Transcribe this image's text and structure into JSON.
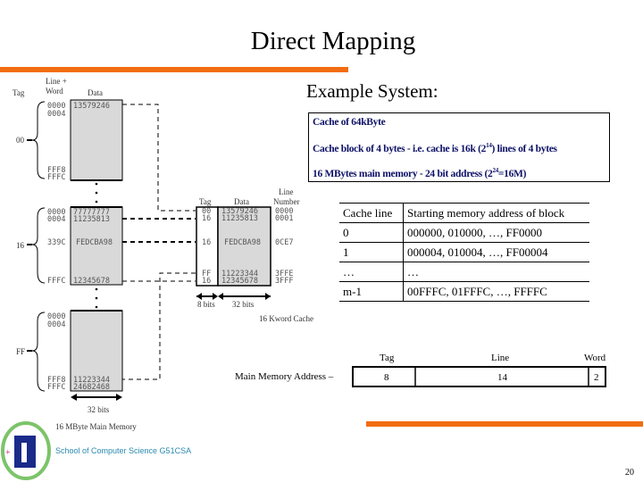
{
  "title": "Direct Mapping",
  "example_heading": "Example System:",
  "info": [
    "Cache of 64kByte",
    "Cache block of 4 bytes - i.e. cache is 16k (2^14) lines of 4 bytes",
    "16 MBytes main memory - 24 bit address (2^24=16M)"
  ],
  "info_parts": {
    "line2_pre": "Cache block of 4 bytes - i.e. cache is 16k (2",
    "line2_sup": "14",
    "line2_post": ") lines of 4 bytes",
    "line3_pre": "16 MBytes main memory - 24 bit address (2",
    "line3_sup": "24",
    "line3_post": "=16M)"
  },
  "table": {
    "headers": [
      "Cache line",
      "Starting memory address of block"
    ],
    "rows": [
      [
        "0",
        "000000, 010000, …, FF0000"
      ],
      [
        "1",
        "000004, 010004, …, FF00004"
      ],
      [
        "…",
        "…"
      ],
      [
        "m-1",
        "00FFFC, 01FFFC, …, FFFFC"
      ]
    ]
  },
  "memory": {
    "col_tag": "Tag",
    "col_lineword": "Line +",
    "col_lineword2": "Word",
    "col_data": "Data",
    "groups": [
      {
        "tag": "00",
        "addrs_top": [
          "0000",
          "0004"
        ],
        "addrs_bottom": [
          "FFF8",
          "FFFC"
        ],
        "data_top": "13579246"
      },
      {
        "tag": "16",
        "addrs_top": [
          "0000",
          "0004"
        ],
        "mid_addr": "339C",
        "mid_data": "FEDCBA98",
        "addrs_bottom": [
          "FFFC"
        ],
        "data_top": [
          "77777777",
          "11235813"
        ],
        "data_bottom": "12345678"
      },
      {
        "tag": "FF",
        "addrs_top": [
          "0000",
          "0004"
        ],
        "addrs_bottom": [
          "FFF8",
          "FFFC"
        ],
        "data_bottom": [
          "11223344",
          "24682468"
        ]
      }
    ],
    "width_label": "32 bits",
    "caption": "16 MByte Main Memory"
  },
  "cache": {
    "col_tag": "Tag",
    "col_data": "Data",
    "col_line": "Line",
    "col_line2": "Number",
    "rows_top": [
      [
        "00",
        "13579246",
        "0000"
      ],
      [
        "16",
        "11235813",
        "0001"
      ]
    ],
    "row_mid": [
      "16",
      "FEDCBA98",
      "0CE7"
    ],
    "rows_bottom": [
      [
        "FF",
        "11223344",
        "3FFE"
      ],
      [
        "16",
        "12345678",
        "3FFF"
      ]
    ],
    "tag_bits": "8 bits",
    "data_bits": "32 bits",
    "caption": "16 Kword Cache"
  },
  "address": {
    "label": "Main Memory Address –",
    "fields": [
      {
        "name": "Tag",
        "bits": "8"
      },
      {
        "name": "Line",
        "bits": "14"
      },
      {
        "name": "Word",
        "bits": "2"
      }
    ]
  },
  "footer": "School of Computer Science G51CSA",
  "page_number": "20",
  "colors": {
    "accent": "#f26d11",
    "info_text": "#0d1166",
    "footer_text": "#2a8ab0",
    "block_fill": "#d9d9d9"
  }
}
